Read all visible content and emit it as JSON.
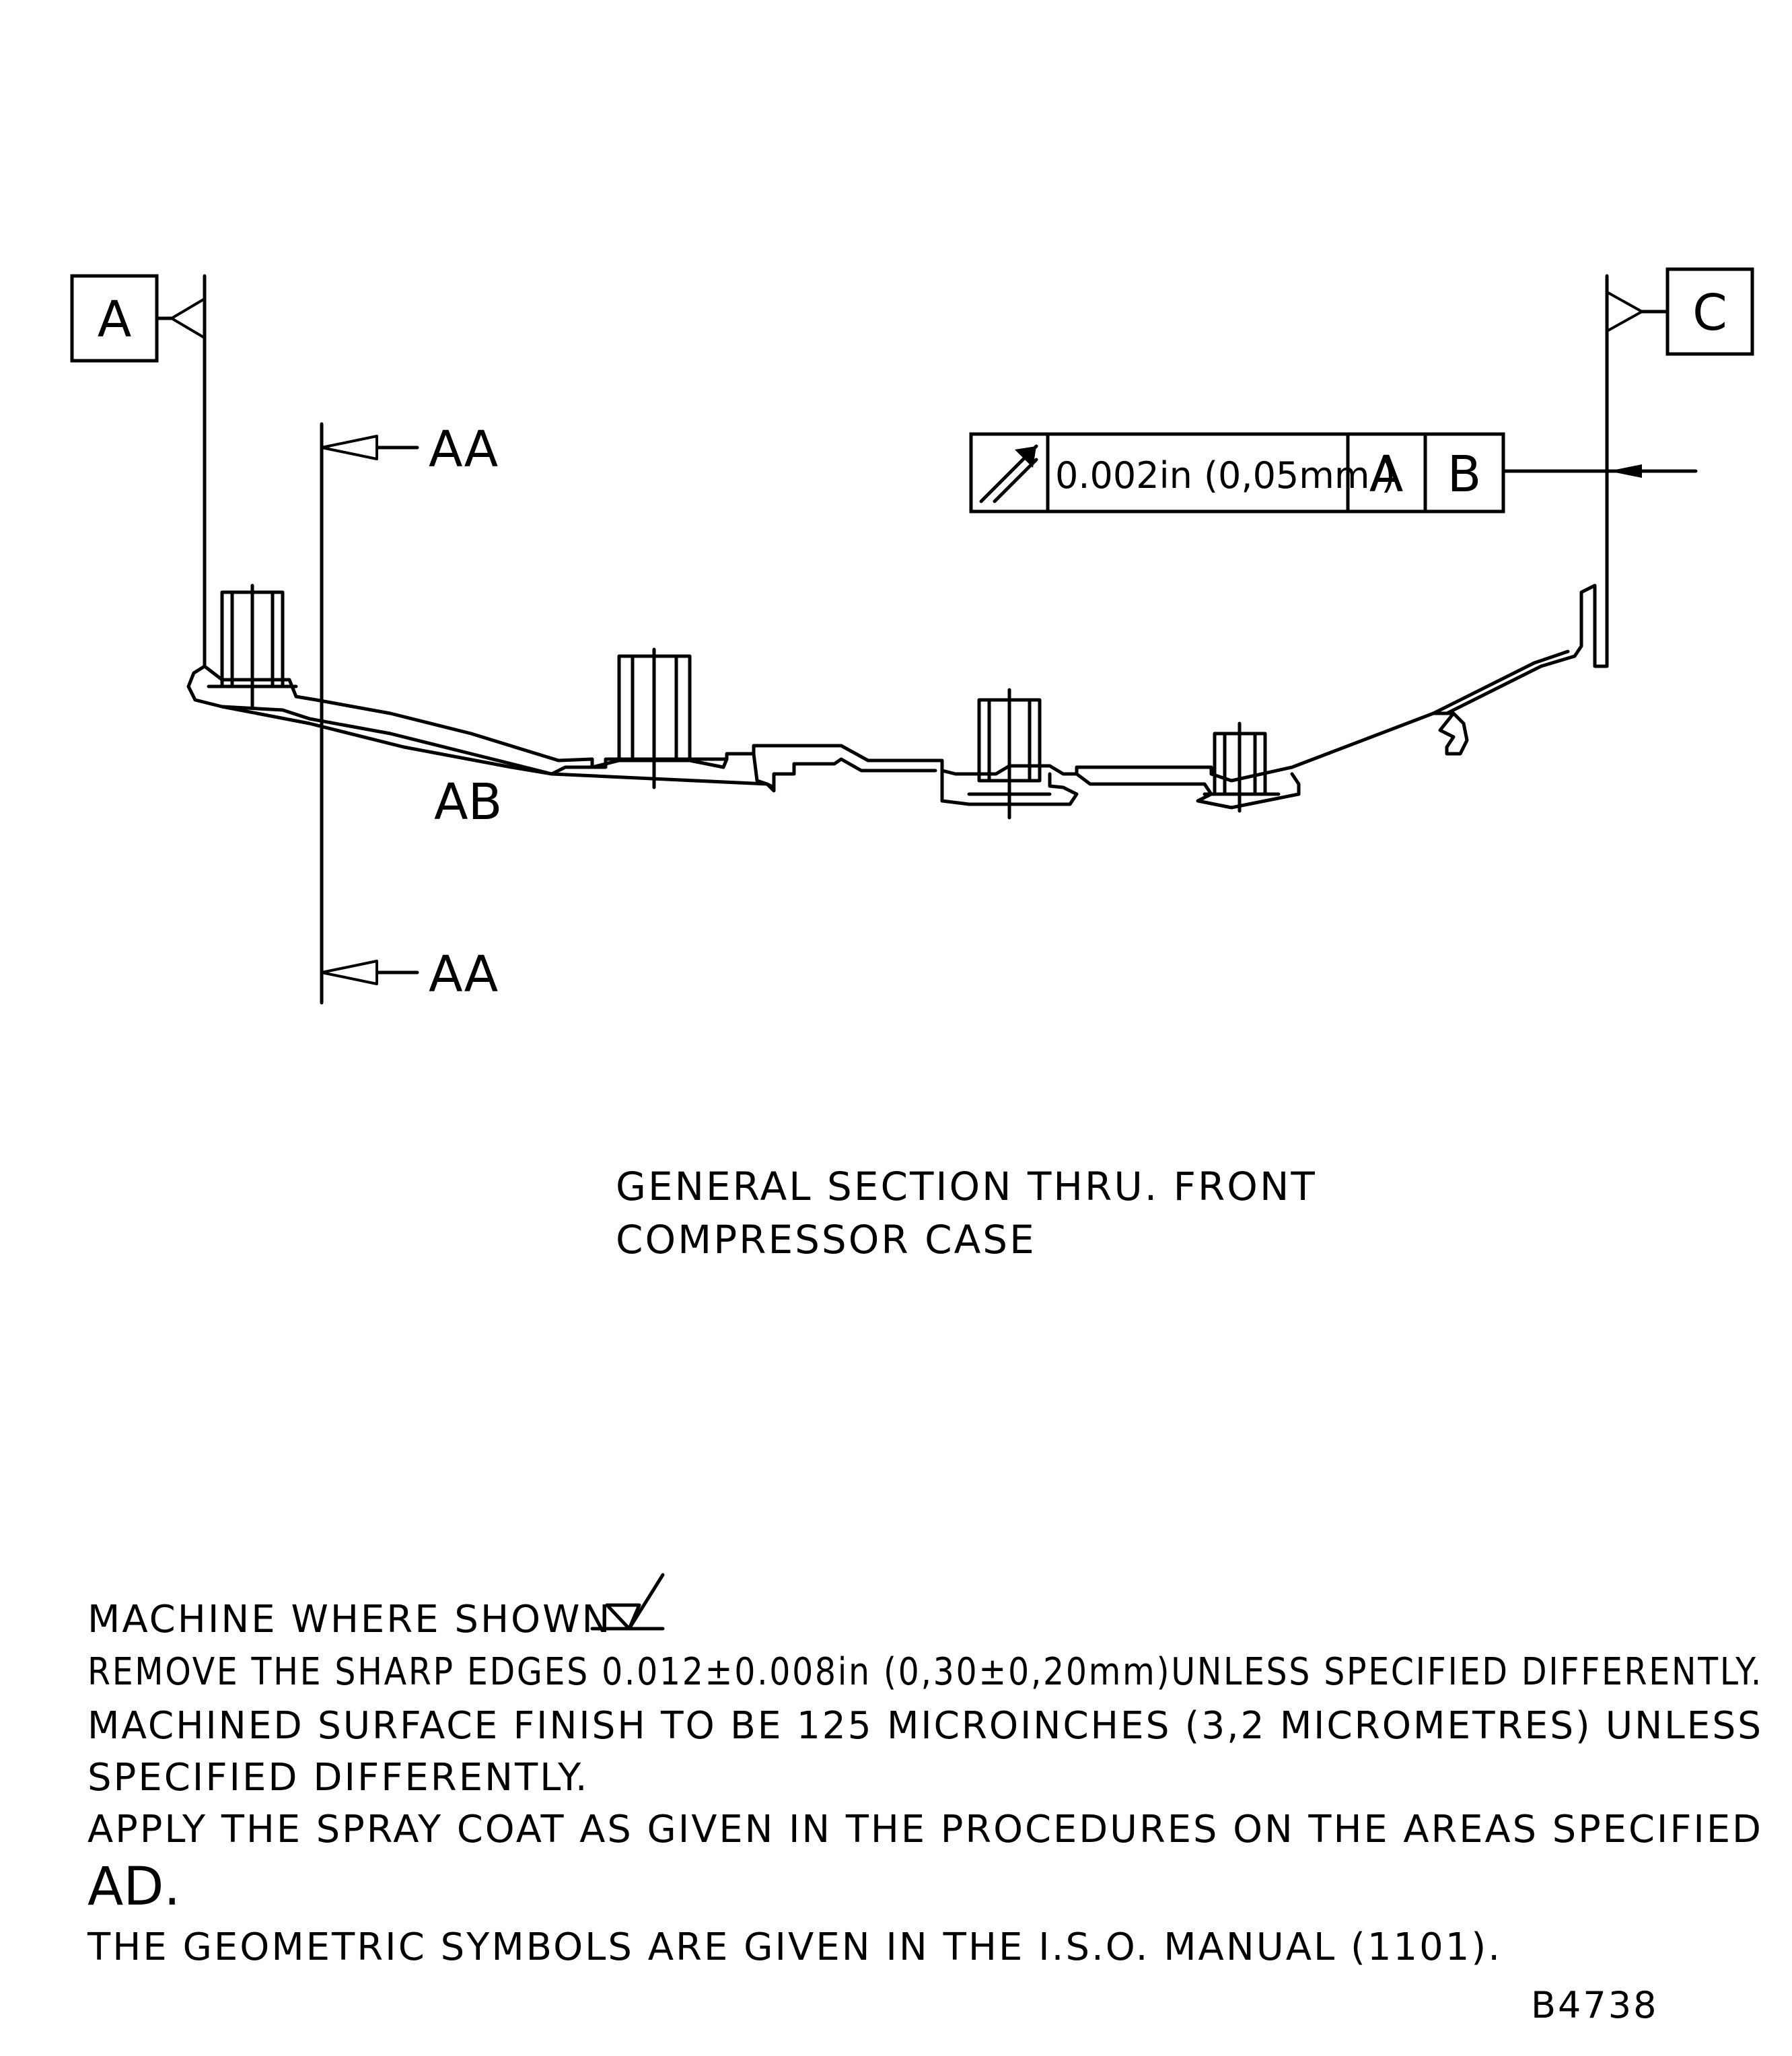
{
  "datums": {
    "a": "A",
    "c": "C"
  },
  "section_marks": {
    "top": "AA",
    "bottom": "AA"
  },
  "area_label": "AB",
  "feature_control": {
    "symbol": "total-runout-icon",
    "tolerance": "0.002in (0,05mm )",
    "datum_1": "A",
    "datum_2": "B"
  },
  "caption": {
    "line1": "GENERAL  SECTION  THRU. FRONT",
    "line2": "COMPRESSOR  CASE"
  },
  "notes": {
    "machine": "MACHINE  WHERE  SHOWN",
    "machine_symbol": "machined-surface-icon",
    "edges": "REMOVE  THE  SHARP  EDGES  0.012±0.008in (0,30±0,20mm)UNLESS  SPECIFIED  DIFFERENTLY.",
    "finish_1": "MACHINED  SURFACE  FINISH  TO  BE  125  MICROINCHES (3,2  MICROMETRES)  UNLESS",
    "finish_2": "SPECIFIED  DIFFERENTLY.",
    "spray": "APPLY  THE  SPRAY  COAT   AS  GIVEN   IN  THE  PROCEDURES  ON  THE  AREAS  SPECIFIED",
    "ad": "AD.",
    "iso": "THE  GEOMETRIC  SYMBOLS   ARE  GIVEN   IN  THE   I.S.O.  MANUAL   (1101)."
  },
  "figure_ref": "B4738"
}
